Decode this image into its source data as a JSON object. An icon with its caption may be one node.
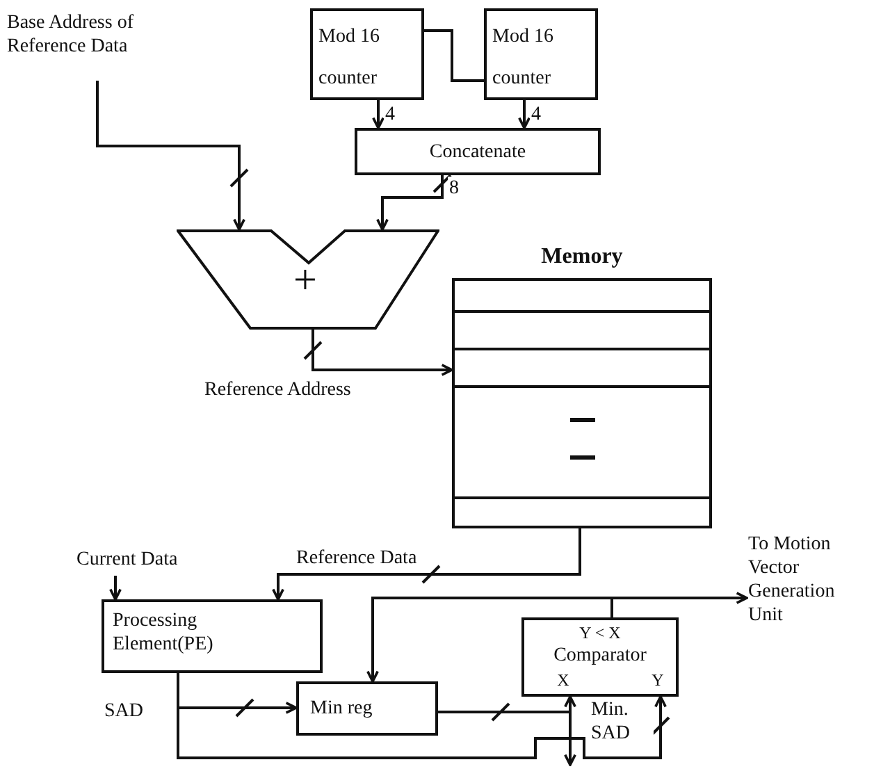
{
  "diagram": {
    "nodes": [
      {
        "text": [
          "Base Address of Reference Data"
        ]
      },
      {
        "text": [
          "Mod 16 counter"
        ]
      },
      {
        "text": [
          "Mod 16 counter"
        ]
      },
      {
        "text": [
          "Concatenate"
        ]
      },
      {
        "text": [
          "+"
        ]
      },
      {
        "text": [
          "Memory"
        ]
      },
      {
        "text": [
          "Current Data"
        ]
      },
      {
        "text": [
          "Processing Element(PE)"
        ]
      },
      {
        "text": [
          "Min reg"
        ]
      },
      {
        "text": [
          "Y < X",
          "Comparator",
          "X",
          "Y"
        ]
      },
      {
        "text": [
          "To Motion Vector Generation Unit"
        ]
      }
    ],
    "edges": [
      {
        "from": 0,
        "to": 4,
        "arrow": "to"
      },
      {
        "from": 1,
        "to": 2,
        "arrow": "none"
      },
      {
        "from": 1,
        "to": 3,
        "arrow": "to",
        "label": "4"
      },
      {
        "from": 2,
        "to": 3,
        "arrow": "to",
        "label": "4"
      },
      {
        "from": 3,
        "to": 4,
        "arrow": "to",
        "label": "8"
      },
      {
        "from": 4,
        "to": 5,
        "arrow": "to",
        "label": "Reference Address"
      },
      {
        "from": 6,
        "to": 7,
        "arrow": "to"
      },
      {
        "from": 5,
        "to": 7,
        "arrow": "to",
        "label": "Reference Data"
      },
      {
        "from": 7,
        "to": 8,
        "arrow": "to",
        "label": "SAD"
      },
      {
        "from": 7,
        "to": 9,
        "arrow": "to",
        "label": "Min. SAD"
      },
      {
        "from": 8,
        "to": 9,
        "arrow": "to"
      },
      {
        "from": 9,
        "to": null,
        "arrow": "to"
      },
      {
        "from": 9,
        "to": 10,
        "arrow": "to"
      },
      {
        "from": 9,
        "to": 8,
        "arrow": "to"
      }
    ]
  }
}
